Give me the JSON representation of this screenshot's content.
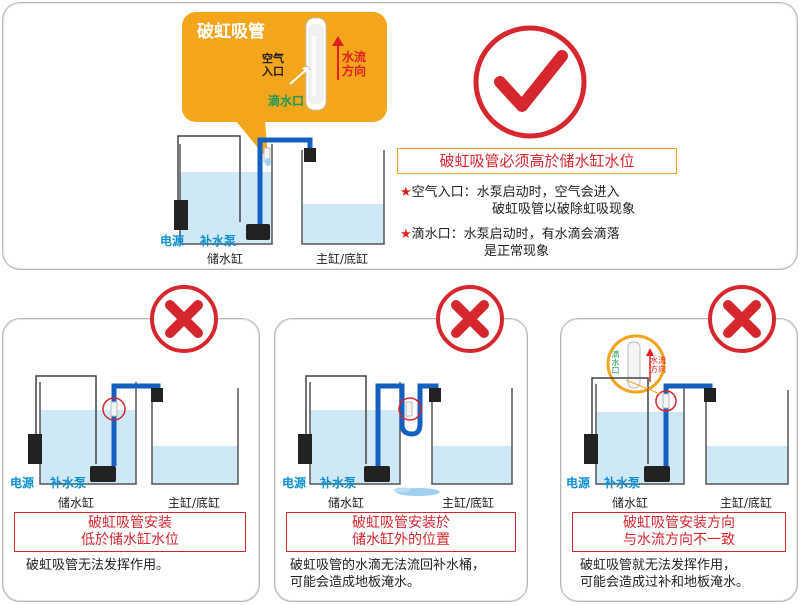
{
  "top": {
    "callout_title": "破虹吸管",
    "air_inlet_label_line1": "空气",
    "air_inlet_label_line2": "入口",
    "flow_label_line1": "水流",
    "flow_label_line2": "方向",
    "drip_label": "滴水口",
    "power_label": "电源",
    "pump_label": "补水泵",
    "reservoir_label": "储水缸",
    "main_tank_label": "主缸/底缸",
    "headline": "破虹吸管必须高於储水缸水位",
    "note1_key": "空气入口",
    "note1_text_line1": "：水泵启动时，空气会进入",
    "note1_text_line2": "破虹吸管以破除虹吸现象",
    "note2_key": "滴水口",
    "note2_text_line1": "：水泵启动时，有水滴会滴落",
    "note2_text_line2": "是正常现象",
    "star": "★"
  },
  "wrong_cases": [
    {
      "power_label": "电源",
      "pump_label": "补水泵",
      "reservoir_label": "储水缸",
      "main_tank_label": "主缸/底缸",
      "box_line1": "破虹吸管安装",
      "box_line2": "低於储水缸水位",
      "desc_line1": "破虹吸管无法发挥作用。",
      "desc_line2": ""
    },
    {
      "power_label": "电源",
      "pump_label": "补水泵",
      "reservoir_label": "储水缸",
      "main_tank_label": "主缸/底缸",
      "box_line1": "破虹吸管安装於",
      "box_line2": "储水缸外的位置",
      "desc_line1": "破虹吸管的水滴无法流回补水桶，",
      "desc_line2": "可能会造成地板淹水。"
    },
    {
      "power_label": "电源",
      "pump_label": "补水泵",
      "reservoir_label": "储水缸",
      "main_tank_label": "主缸/底缸",
      "drip_label": "滴水口",
      "flow_label_line1": "水流",
      "flow_label_line2": "方向",
      "box_line1": "破虹吸管安装方向",
      "box_line2": "与水流方向不一致",
      "desc_line1": "破虹吸管就无法发挥作用，",
      "desc_line2": "可能会造成过补和地板淹水。"
    }
  ],
  "colors": {
    "callout_orange": "#f3a51b",
    "pipe_blue": "#1460c0",
    "water": "#cfe8f6",
    "alert_red": "#d6262e",
    "label_blue": "#0f8fd0"
  }
}
